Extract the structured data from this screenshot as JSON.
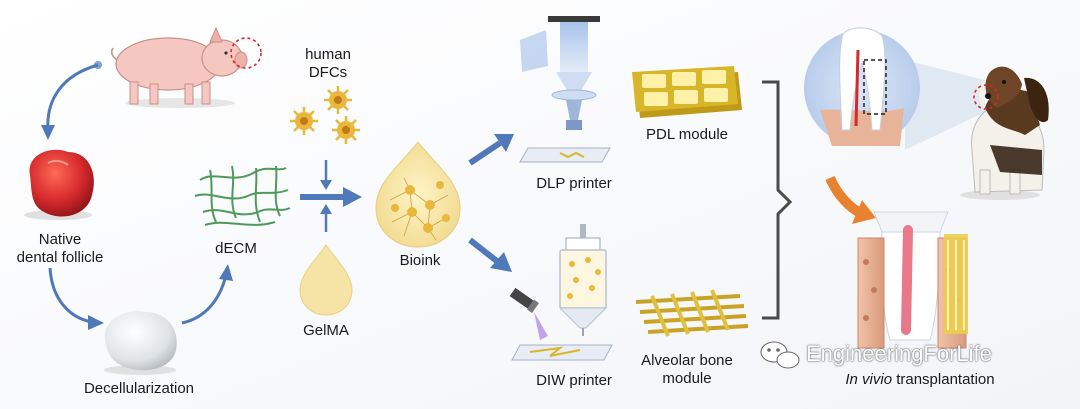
{
  "labels": {
    "native_line1": "Native",
    "native_line2": "dental follicle",
    "decell": "Decellularization",
    "decm": "dECM",
    "human_dfcs_line1": "human",
    "human_dfcs_line2": "DFCs",
    "gelma": "GelMA",
    "bioink": "Bioink",
    "dlp": "DLP printer",
    "diw": "DIW printer",
    "pdl": "PDL module",
    "alveolar_line1": "Alveolar bone",
    "alveolar_line2": "module",
    "invivo_italic": "In vivio",
    "invivo_rest": " transplantation"
  },
  "watermark": {
    "text": "EngineeringForLife",
    "icon": "wechat-icon"
  },
  "colors": {
    "arrow_blue": "#4f79b8",
    "orange_arrow": "#e8822e",
    "tissue_red": "#d6292d",
    "gel_yellow": "#f6e3a6",
    "module_gold": "#d8b62a",
    "bone_pink": "#e7b49a"
  }
}
